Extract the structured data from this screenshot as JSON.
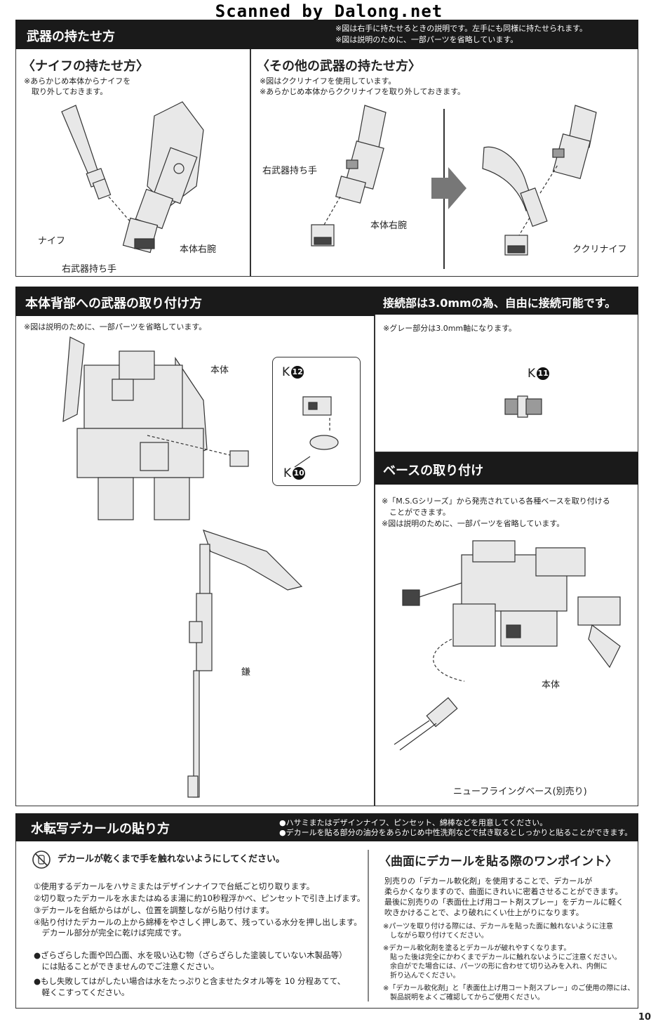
{
  "watermark": "Scanned by Dalong.net",
  "page_number": "10",
  "weapon_holding": {
    "title": "武器の持たせ方",
    "notes": [
      "※図は右手に持たせるときの説明です。左手にも同様に持たせられます。",
      "※図は説明のために、一部パーツを省略しています。"
    ],
    "knife": {
      "title": "〈ナイフの持たせ方〉",
      "note_line1": "※あらかじめ本体からナイフを",
      "note_line2": "　取り外しておきます。",
      "labels": {
        "knife": "ナイフ",
        "right_arm": "本体右腕",
        "right_hand": "右武器持ち手"
      }
    },
    "other": {
      "title": "〈その他の武器の持たせ方〉",
      "note_line1": "※図はククリナイフを使用しています。",
      "note_line2": "※あらかじめ本体からククリナイフを取り外しておきます。",
      "labels": {
        "right_hand": "右武器持ち手",
        "right_arm": "本体右腕",
        "kukri": "ククリナイフ"
      }
    }
  },
  "back_mount": {
    "title": "本体背部への武器の取り付け方",
    "note": "※図は説明のために、一部パーツを省略しています。",
    "labels": {
      "body": "本体",
      "scythe": "鎌"
    },
    "parts": [
      {
        "letter": "K",
        "num": "12"
      },
      {
        "letter": "K",
        "num": "10"
      }
    ]
  },
  "joint": {
    "title": "接続部は3.0mmの為、自由に接続可能です。",
    "note": "※グレー部分は3.0mm軸になります。",
    "part": {
      "letter": "K",
      "num": "11"
    }
  },
  "base": {
    "title": "ベースの取り付け",
    "note_line1": "※「M.S.Gシリーズ」から発売されている各種ベースを取り付ける",
    "note_line2": "　ことができます。",
    "note_line3": "※図は説明のために、一部パーツを省略しています。",
    "labels": {
      "body": "本体",
      "base": "ニューフライングベース(別売り)"
    }
  },
  "decal": {
    "title": "水転写デカールの貼り方",
    "header_notes": [
      "●ハサミまたはデザインナイフ、ピンセット、綿棒などを用意してください。",
      "●デカールを貼る部分の油分をあらかじめ中性洗剤などで拭き取るとしっかりと貼ることができます。"
    ],
    "warning": "デカールが乾くまで手を触れないようにしてください。",
    "steps": [
      "①使用するデカールをハサミまたはデザインナイフで台紙ごと切り取ります。",
      "②切り取ったデカールを水またはぬるま湯に約10秒程浮かべ、ピンセットで引き上げます。",
      "③デカールを台紙からはがし、位置を調整しながら貼り付けます。",
      "④貼り付けたデカールの上から綿棒をやさしく押しあて、残っている水分を押し出します。",
      "　デカール部分が完全に乾けば完成です。"
    ],
    "cautions": [
      "●ざらざらした面や凹凸面、水を吸い込む物（ざらざらした塗装していない木製品等）",
      "　には貼ることができませんのでご注意ください。",
      "●もし失敗してはがしたい場合は水をたっぷりと含ませたタオル等を 10 分程あてて、",
      "　軽くこすってください。"
    ],
    "tip": {
      "title": "〈曲面にデカールを貼る際のワンポイント〉",
      "intro": [
        "別売りの「デカール軟化剤」を使用することで、デカールが",
        "柔らかくなりますので、曲面にきれいに密着させることができます。",
        "最後に別売りの「表面仕上げ用コート剤スプレー」をデカールに軽く",
        "吹きかけることで、より破れにくい仕上がりになります。"
      ],
      "notes": [
        "※パーツを取り付ける際には、デカールを貼った面に触れないように注意",
        "　しながら取り付けてください。",
        "※デカール軟化剤を塗るとデカールが破れやすくなります。",
        "　貼った後は完全にかわくまでデカールに触れないようにご注意ください。",
        "　余白がでた場合には、パーツの形に合わせて切り込みを入れ、内側に",
        "　折り込んでください。",
        "※「デカール軟化剤」と「表面仕上げ用コート剤スプレー」のご使用の際には、",
        "　製品説明をよくご確認してからご使用ください。"
      ]
    }
  }
}
